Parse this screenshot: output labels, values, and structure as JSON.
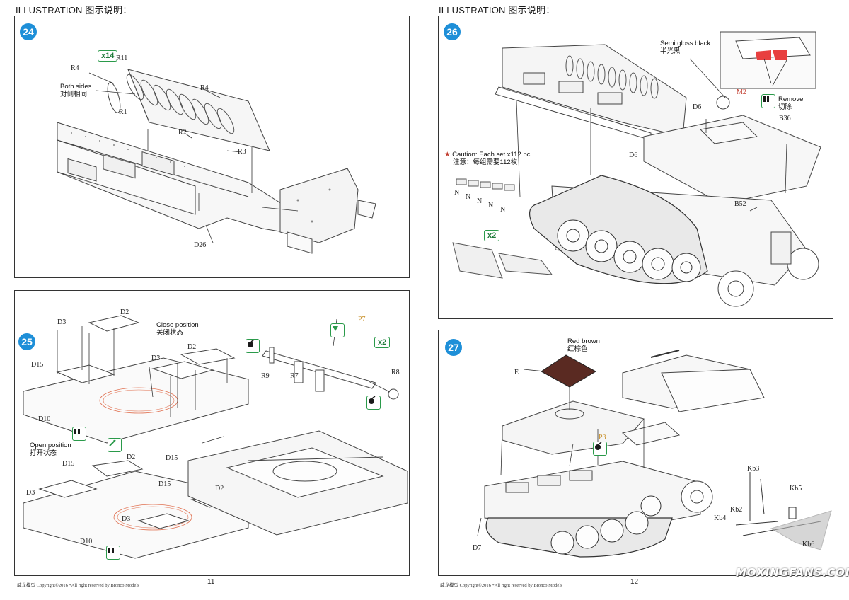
{
  "header": {
    "left_title": "ILLUSTRATION 图示说明：",
    "right_title": "ILLUSTRATION 图示说明："
  },
  "step24": {
    "number": "24",
    "qty": "x14",
    "note_en": "Both sides",
    "note_cn": "对侧相同",
    "labels": {
      "r4a": "R4",
      "r11": "R11",
      "r4b": "R4",
      "r1": "R1",
      "r2": "R2",
      "r3": "R3",
      "d26": "D26"
    }
  },
  "step25": {
    "number": "25",
    "close_en": "Close position",
    "close_cn": "关闭状态",
    "open_en": "Open position",
    "open_cn": "打开状态",
    "qty": "x2",
    "labels": {
      "d2a": "D2",
      "d3a": "D3",
      "d15a": "D15",
      "d10a": "D10",
      "d3b": "D3",
      "d2b": "D2",
      "d15b": "D15",
      "p7": "P7",
      "r9": "R9",
      "r7": "R7",
      "r8": "R8",
      "d15c": "D15",
      "d2c": "D2",
      "d3c": "D3",
      "d15d": "D15",
      "d2d": "D2",
      "d3d": "D3",
      "d10b": "D10"
    }
  },
  "step26": {
    "number": "26",
    "paint_en": "Semi gloss black",
    "paint_cn": "半光黑",
    "m2": "M2",
    "remove_en": "Remove",
    "remove_cn": "切除",
    "caution_en": "Caution: Each set x112 pc",
    "caution_cn": "注意：每组需要112枚",
    "qty": "x2",
    "labels": {
      "d6a": "D6",
      "b36": "B36",
      "d6b": "D6",
      "b52": "B52",
      "n": "N"
    }
  },
  "step27": {
    "number": "27",
    "paint_en": "Red brown",
    "paint_cn": "红棕色",
    "labels": {
      "e": "E",
      "p3": "P3",
      "kb3": "Kb3",
      "kb5": "Kb5",
      "kb2": "Kb2",
      "kb4": "Kb4",
      "kb6": "Kb6",
      "d7": "D7"
    }
  },
  "footer": {
    "left_brand": "威龙模型",
    "left_copy": "Copyright©2016   *All right reserved by Bronco Models",
    "left_page": "11",
    "right_brand": "威龙模型",
    "right_copy": "Copyright©2016   *All right reserved by Bronco Models",
    "right_page": "12"
  },
  "watermark": "MOXINGFANS.COM",
  "colors": {
    "badge": "#1e8fd8",
    "green": "#2a9a4a",
    "red": "#c0392b",
    "orange": "#c8902a",
    "red_brown": "#5a2a22"
  }
}
